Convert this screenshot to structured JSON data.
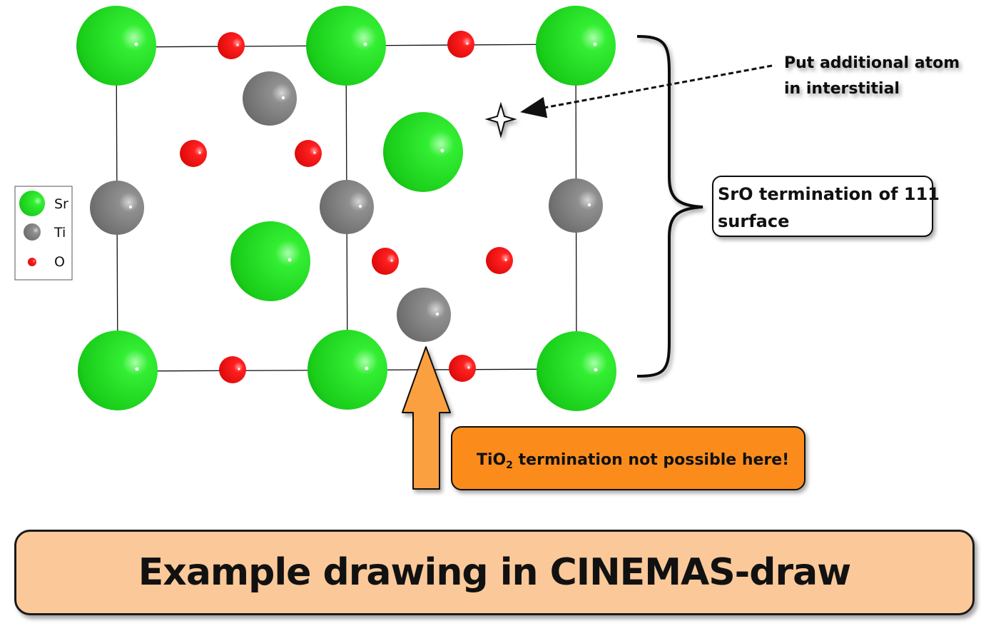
{
  "legend": {
    "items": [
      {
        "label": "Sr",
        "color": "#22dd22"
      },
      {
        "label": "Ti",
        "color": "#808080"
      },
      {
        "label": "O",
        "color": "#ee1111"
      }
    ]
  },
  "annotations": {
    "interstitial": "Put additional atom in interstitial",
    "interstitial_line1": "Put additional atom",
    "interstitial_line2": "in interstitial",
    "sro_line1": "SrO termination of 111",
    "sro_line2": "surface",
    "tio2_prefix": "TiO",
    "tio2_sub": "2",
    "tio2_suffix": " termination not possible here!"
  },
  "title": "Example drawing in CINEMAS-draw",
  "colors": {
    "sr": "#22dd22",
    "ti": "#808080",
    "o": "#ee1111",
    "tio2_callout": "#fb8c1a",
    "arrow": "#fba040",
    "title_bg": "#fbc999"
  }
}
